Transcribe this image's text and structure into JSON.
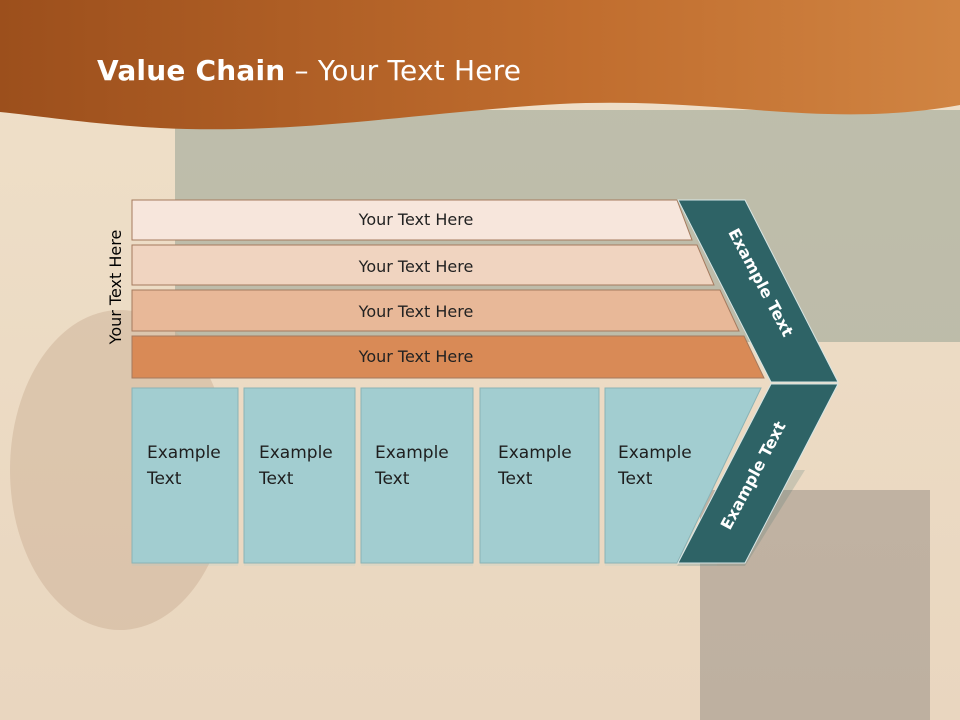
{
  "title_bold": "Value Chain",
  "title_rest": " – Your Text Here",
  "side_label": "Your Text Here",
  "rows": [
    {
      "label": "Your Text Here",
      "color": "#f7e6dc"
    },
    {
      "label": "Your Text Here",
      "color": "#f0d4c0"
    },
    {
      "label": "Your Text Here",
      "color": "#e8b898"
    },
    {
      "label": "Your Text Here",
      "color": "#d98a56"
    }
  ],
  "cells": [
    {
      "text": "Example\nText"
    },
    {
      "text": "Example\nText"
    },
    {
      "text": "Example\nText"
    },
    {
      "text": "Example\nText"
    },
    {
      "text": "Example\nText"
    }
  ],
  "arrow_top_label": "Example Text",
  "arrow_bottom_label": "Example Text",
  "colors": {
    "header": "#b8672a",
    "cell_fill": "#a2cdd0",
    "arrow_fill": "#2e6366"
  }
}
